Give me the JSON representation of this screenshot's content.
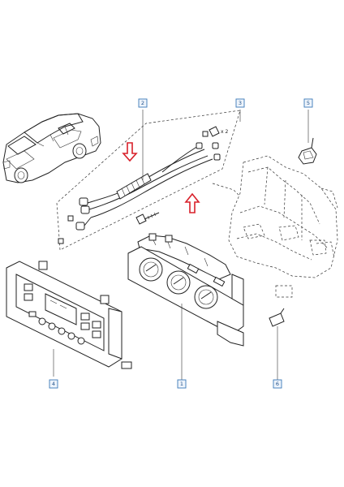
{
  "callouts": [
    {
      "id": "c2",
      "label": "2"
    },
    {
      "id": "c3",
      "label": "3"
    },
    {
      "id": "c5",
      "label": "5"
    },
    {
      "id": "c4",
      "label": "4"
    },
    {
      "id": "c1",
      "label": "1"
    },
    {
      "id": "c6",
      "label": "6"
    }
  ],
  "annotations": {
    "quantity": "x 2"
  },
  "colors": {
    "arrow": "#d8202a",
    "callout_border": "#3a78b8",
    "line": "#222222"
  }
}
